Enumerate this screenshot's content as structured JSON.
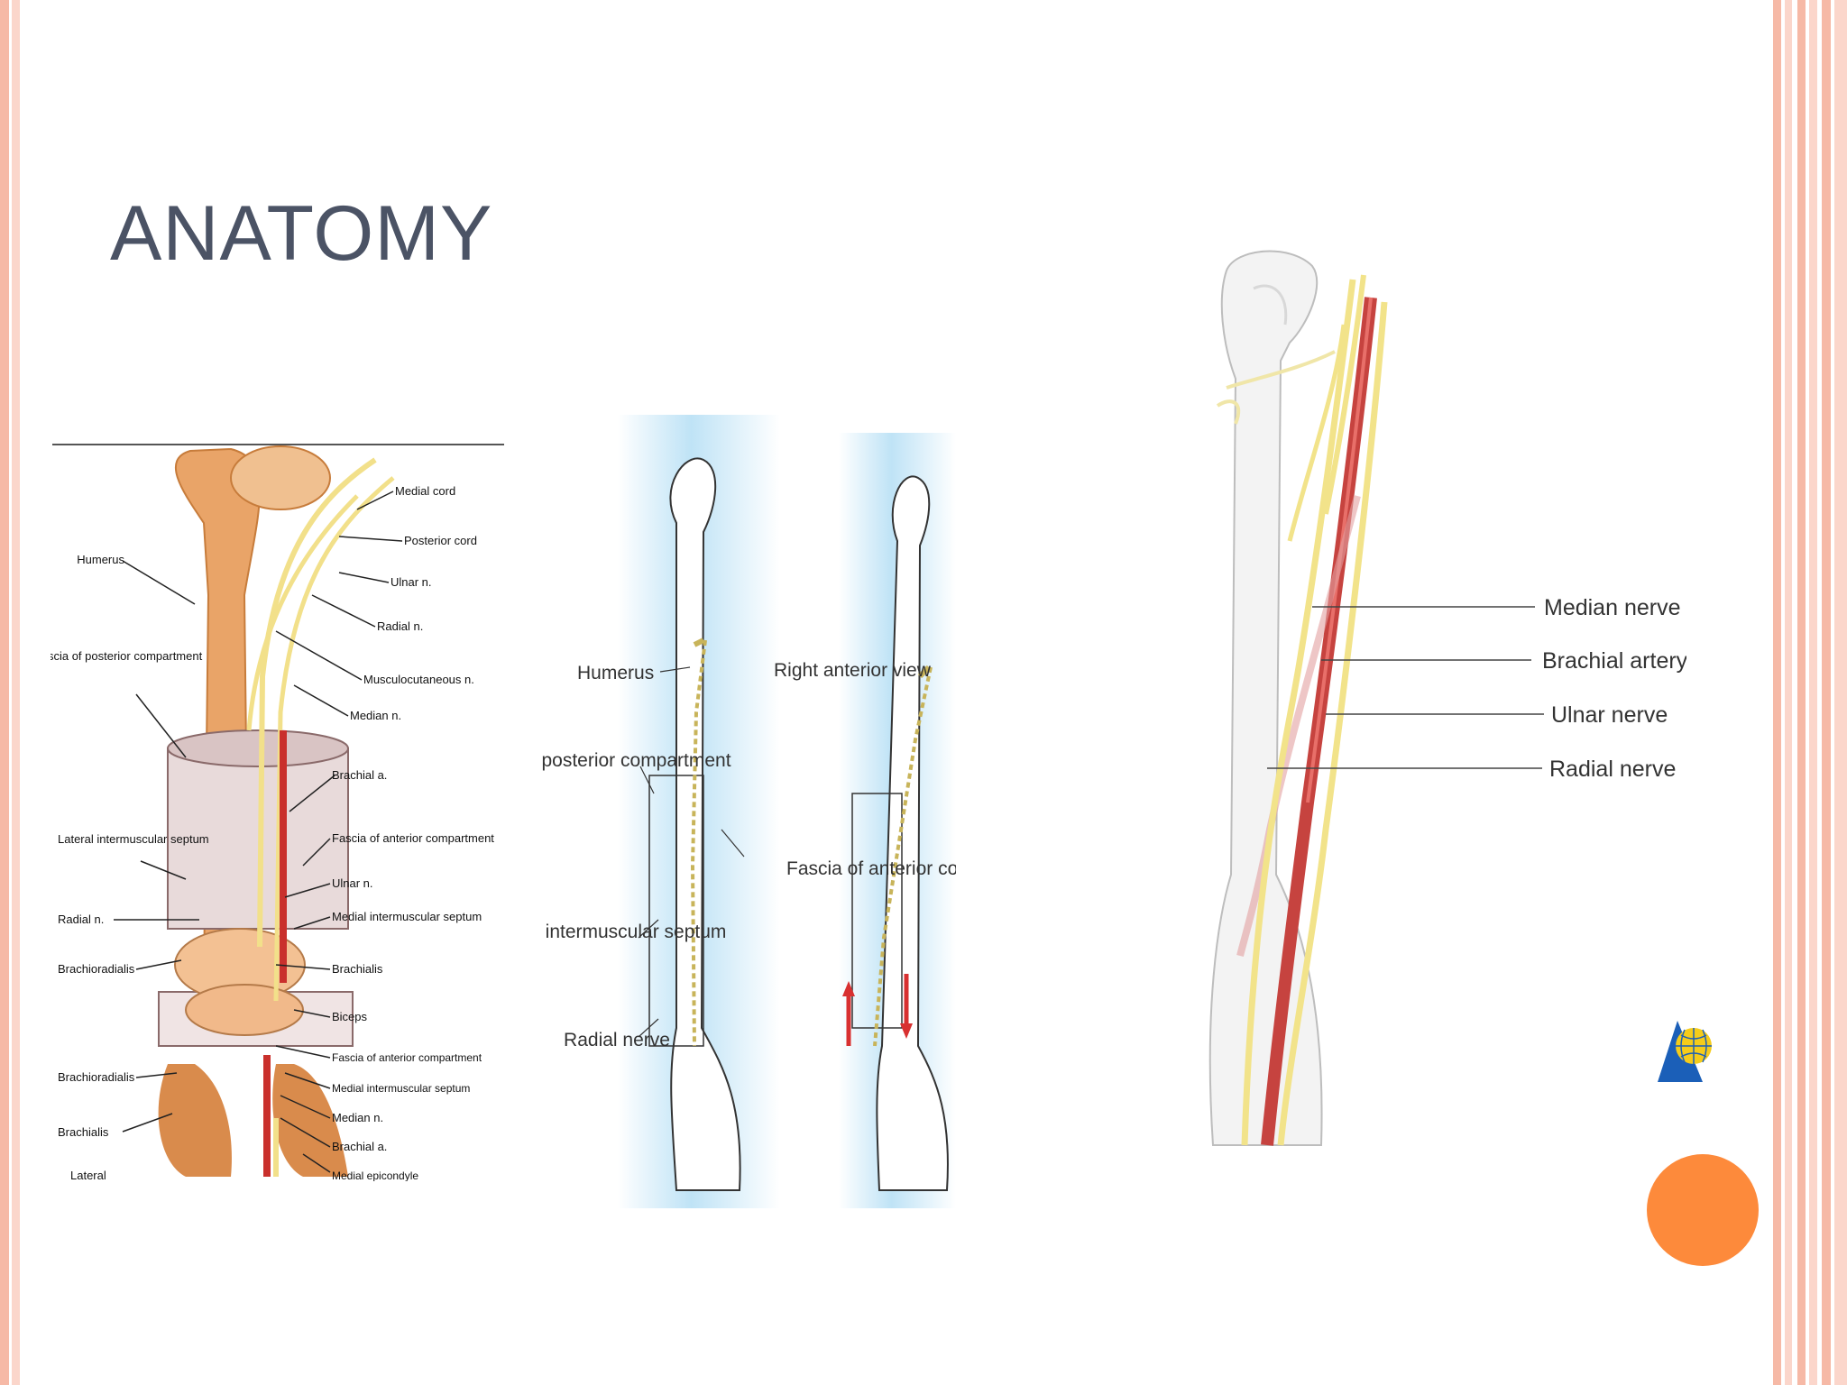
{
  "slide": {
    "title": "ANATOMY",
    "colors": {
      "border": "#f6b9a6",
      "title": "#4b5365",
      "accent_circle": "#fd8a3b",
      "logo_blue": "#1b5fb8",
      "logo_yellow": "#f5cc1a"
    }
  },
  "figure_left": {
    "labels_left": [
      "Humerus",
      "Fascia of posterior compartment",
      "Lateral intermuscular septum",
      "Radial n.",
      "Brachioradialis",
      "Brachioradialis",
      "Brachialis",
      "Lateral"
    ],
    "labels_right": [
      "Medial cord",
      "Posterior cord",
      "Ulnar n.",
      "Radial n.",
      "Musculocutaneous n.",
      "Median n.",
      "Brachial a.",
      "Fascia of anterior compartment",
      "Ulnar n.",
      "Medial intermuscular septum",
      "Brachialis",
      "Biceps",
      "Fascia of anterior compartment",
      "Medial intermuscular septum",
      "Median n.",
      "Brachial a.",
      "Medial epicondyle"
    ]
  },
  "figure_middle": {
    "labels": [
      "Humerus",
      "Right anterior view",
      "Fascia of posterior compartment",
      "Fascia of anterior compartment",
      "Lateral intermuscular septum",
      "Radial nerve"
    ]
  },
  "figure_right": {
    "labels": [
      "Median nerve",
      "Brachial artery",
      "Ulnar nerve",
      "Radial nerve"
    ]
  }
}
